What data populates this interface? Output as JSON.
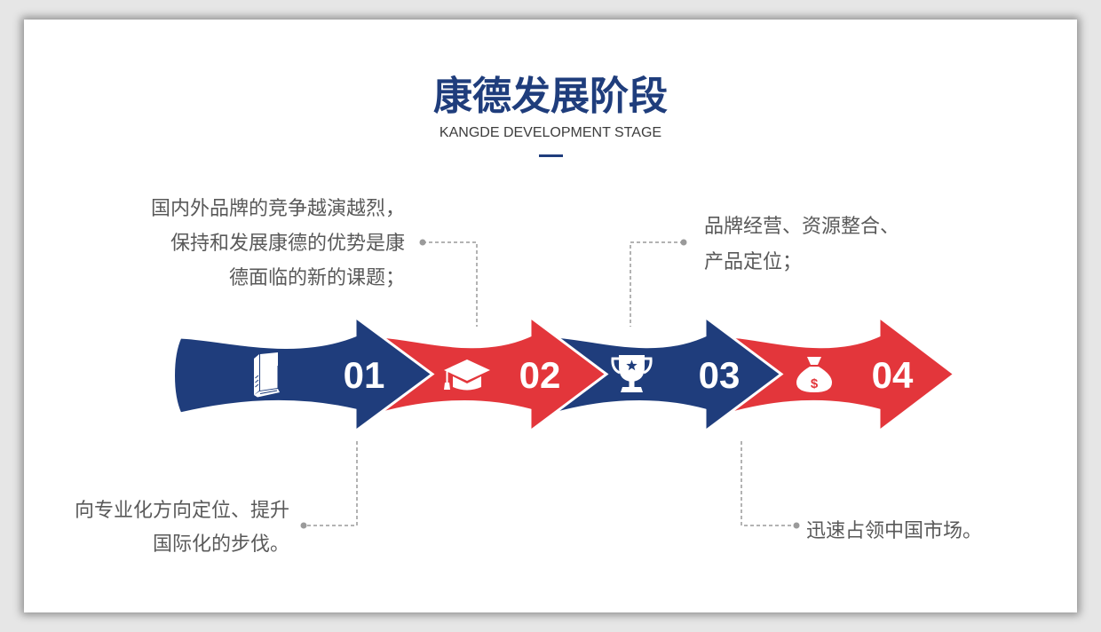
{
  "title": "康德发展阶段",
  "subtitle": "KANGDE DEVELOPMENT STAGE",
  "colors": {
    "title": "#1f3d7c",
    "text": "#595959",
    "connector": "#9a9a9a",
    "slide_background": "#ffffff"
  },
  "stages": [
    {
      "number": "01",
      "icon": "book-icon",
      "color": "#1f3d7c",
      "description": [
        "向专业化方向定位、提升",
        "国际化的步伐。"
      ]
    },
    {
      "number": "02",
      "icon": "graduation-cap-icon",
      "color": "#e3363b",
      "description": [
        "国内外品牌的竞争越演越烈，",
        "保持和发展康德的优势是康",
        "德面临的新的课题；"
      ]
    },
    {
      "number": "03",
      "icon": "trophy-icon",
      "color": "#1f3d7c",
      "description": [
        "品牌经营、资源整合、",
        "产品定位；"
      ]
    },
    {
      "number": "04",
      "icon": "money-bag-icon",
      "icon_symbol": "$",
      "color": "#e3363b",
      "description": [
        "迅速占领中国市场。"
      ]
    }
  ]
}
